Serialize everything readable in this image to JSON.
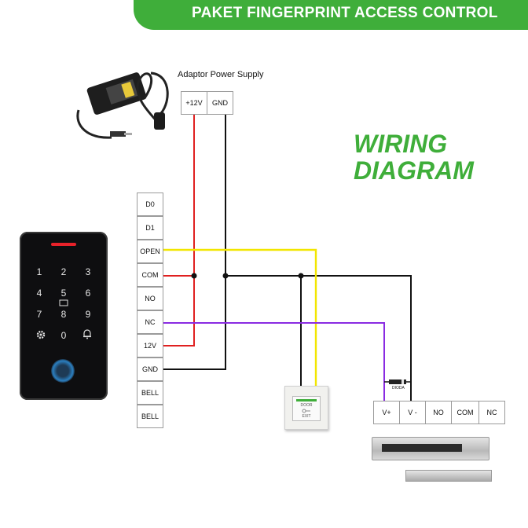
{
  "banner": {
    "title": "PAKET FINGERPRINT ACCESS CONTROL"
  },
  "heading": {
    "line1": "WIRING",
    "line2": "DIAGRAM"
  },
  "adaptor": {
    "label": "Adaptor Power Supply",
    "terminals": [
      "+12V",
      "GND"
    ]
  },
  "controller_terminals": [
    "D0",
    "D1",
    "OPEN",
    "COM",
    "NO",
    "NC",
    "12V",
    "GND",
    "BELL",
    "BELL"
  ],
  "lock_terminals": [
    "V+",
    "V -",
    "NO",
    "COM",
    "NC"
  ],
  "diode": {
    "label": "DIODA"
  },
  "exit_button": {
    "top": "DOOR",
    "bottom": "EXIT"
  },
  "keypad": {
    "keys": [
      "1",
      "2",
      "3",
      "4",
      "5",
      "6",
      "7",
      "8",
      "9",
      "0"
    ]
  },
  "colors": {
    "banner": "#3fae3a",
    "red_wire": "#e02020",
    "black_wire": "#111111",
    "yellow_wire": "#f2e600",
    "purple_wire": "#8a2be2"
  }
}
